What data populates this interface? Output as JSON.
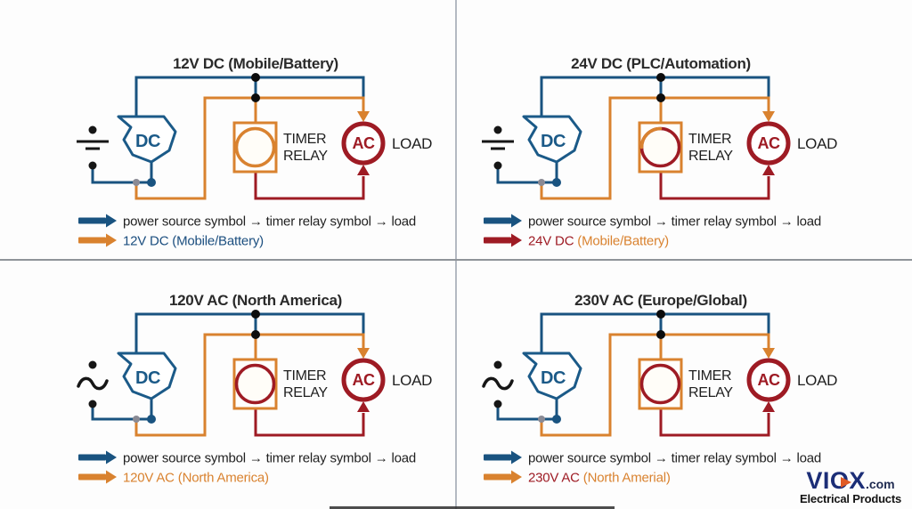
{
  "colors": {
    "background": "#fdfdfd",
    "wire_blue": "#195380",
    "wire_orange": "#d9822f",
    "wire_red": "#9e1b24",
    "symbol_blue": "#1b5a88",
    "junction_black": "#0d0d0d",
    "junction_gray": "#8a8a94",
    "divider_vertical": "#b4bac2",
    "divider_horizontal": "#8f9499",
    "logo_navy": "#1c2e77",
    "logo_orange": "#e05a24"
  },
  "quadrants": [
    {
      "title": "12V DC (Mobile/Battery)",
      "source_type": "battery",
      "source_label": "DC",
      "relay_label_line1": "TIMER",
      "relay_label_line2": "RELAY",
      "load_symbol_label": "AC",
      "load_label": "LOAD",
      "relay_circle_color": "#d9822f",
      "relay_circle_accent": null,
      "legend": [
        {
          "arrow_color": "#195380",
          "segments": [
            {
              "text": "power source symbol → timer relay symbol → load",
              "color": "#212121"
            }
          ]
        },
        {
          "arrow_color": "#d9822f",
          "segments": [
            {
              "text": "12V DC ",
              "color": "#1b4e7f"
            },
            {
              "text": "(Mobile/Battery)",
              "color": "#1b4e7f"
            }
          ]
        }
      ]
    },
    {
      "title": "24V DC (PLC/Automation)",
      "source_type": "battery",
      "source_label": "DC",
      "relay_label_line1": "TIMER",
      "relay_label_line2": "RELAY",
      "load_symbol_label": "AC",
      "load_label": "LOAD",
      "relay_circle_color": "#9e1b24",
      "relay_circle_accent": "#d9822f",
      "legend": [
        {
          "arrow_color": "#195380",
          "segments": [
            {
              "text": "power source symbol → timer relay symbol → load",
              "color": "#212121"
            }
          ]
        },
        {
          "arrow_color": "#9e1b24",
          "segments": [
            {
              "text": "24V DC ",
              "color": "#9e1b24"
            },
            {
              "text": "(Mobile/Battery)",
              "color": "#d9822f"
            }
          ]
        }
      ]
    },
    {
      "title": "120V AC (North America)",
      "source_type": "ac",
      "source_label": "DC",
      "relay_label_line1": "TIMER",
      "relay_label_line2": "RELAY",
      "load_symbol_label": "AC",
      "load_label": "LOAD",
      "relay_circle_color": "#9e1b24",
      "relay_circle_accent": null,
      "legend": [
        {
          "arrow_color": "#195380",
          "segments": [
            {
              "text": "power source symbol → timer relay symbol → load",
              "color": "#212121"
            }
          ]
        },
        {
          "arrow_color": "#d9822f",
          "segments": [
            {
              "text": "120V AC ",
              "color": "#d9822f"
            },
            {
              "text": "(North America)",
              "color": "#d9822f"
            }
          ]
        }
      ]
    },
    {
      "title": "230V AC (Europe/Global)",
      "source_type": "ac",
      "source_label": "DC",
      "relay_label_line1": "TIMER",
      "relay_label_line2": "RELAY",
      "load_symbol_label": "AC",
      "load_label": "LOAD",
      "relay_circle_color": "#9e1b24",
      "relay_circle_accent": null,
      "legend": [
        {
          "arrow_color": "#195380",
          "segments": [
            {
              "text": "power source symbol → timer relay symbol → load",
              "color": "#212121"
            }
          ]
        },
        {
          "arrow_color": "#d9822f",
          "segments": [
            {
              "text": "230V AC ",
              "color": "#9e1b24"
            },
            {
              "text": "(North Amerial)",
              "color": "#d9822f"
            }
          ]
        }
      ]
    }
  ],
  "logo": {
    "part1": "VI",
    "o_letter": "O",
    "part2": "X",
    "dotcom": ".com",
    "subtitle": "Electrical Products"
  }
}
